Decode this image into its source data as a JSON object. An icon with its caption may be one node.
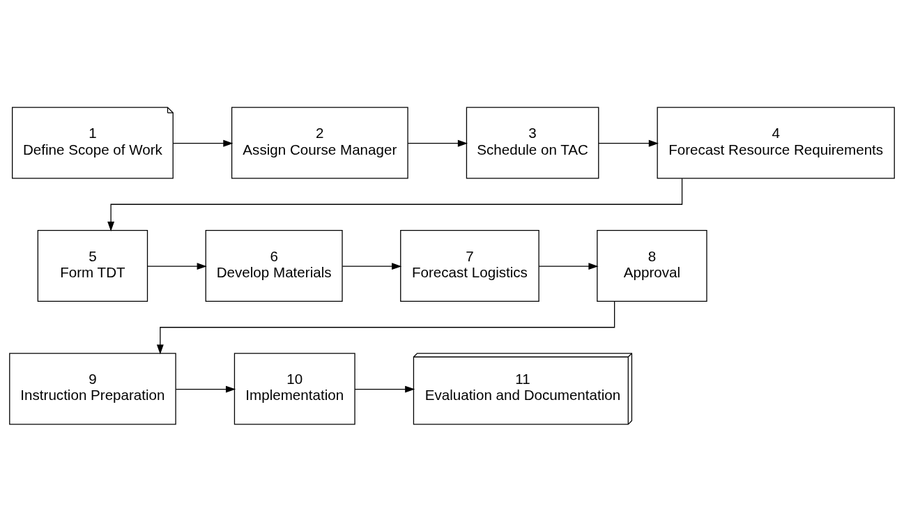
{
  "diagram": {
    "nodes": [
      {
        "text": [
          "1",
          "Define Scope of Work"
        ]
      },
      {
        "text": [
          "2",
          "Assign Course Manager"
        ]
      },
      {
        "text": [
          "3",
          "Schedule on TAC"
        ]
      },
      {
        "text": [
          "4",
          "Forecast Resource Requirements"
        ]
      },
      {
        "text": [
          "5",
          "Form TDT"
        ]
      },
      {
        "text": [
          "6",
          "Develop Materials"
        ]
      },
      {
        "text": [
          "7",
          "Forecast Logistics"
        ]
      },
      {
        "text": [
          "8",
          "Approval"
        ]
      },
      {
        "text": [
          "9",
          "Instruction Preparation"
        ]
      },
      {
        "text": [
          "10",
          "Implementation"
        ]
      },
      {
        "text": [
          "11",
          "Evaluation and Documentation"
        ]
      }
    ],
    "edges": [
      {
        "from": 0,
        "to": 1,
        "arrow": "to"
      },
      {
        "from": 1,
        "to": 2,
        "arrow": "to"
      },
      {
        "from": 2,
        "to": 3,
        "arrow": "to"
      },
      {
        "from": 3,
        "to": 4,
        "arrow": "to"
      },
      {
        "from": 4,
        "to": 5,
        "arrow": "to"
      },
      {
        "from": 5,
        "to": 6,
        "arrow": "to"
      },
      {
        "from": 6,
        "to": 7,
        "arrow": "to"
      },
      {
        "from": 7,
        "to": 8,
        "arrow": "to"
      },
      {
        "from": 8,
        "to": 9,
        "arrow": "to"
      },
      {
        "from": 9,
        "to": 10,
        "arrow": "to"
      }
    ]
  }
}
